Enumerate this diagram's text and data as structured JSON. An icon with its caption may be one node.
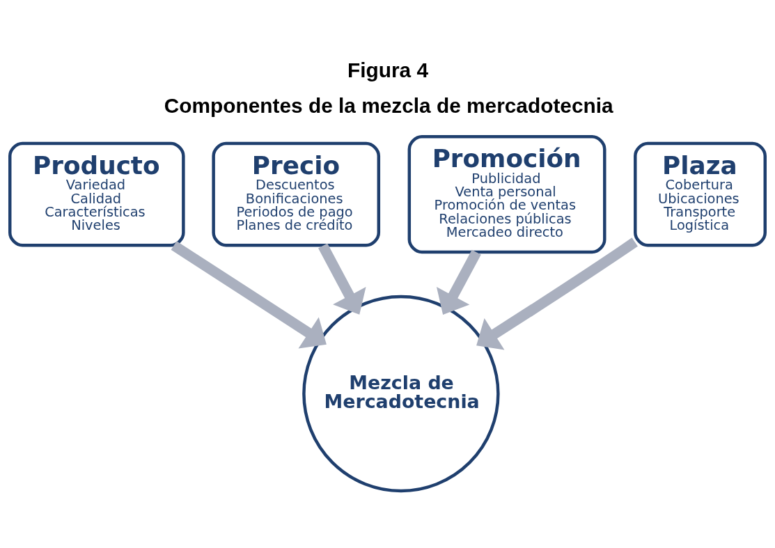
{
  "diagram": {
    "title": "Figura 4",
    "caption": "Componentes de la mezcla de mercadotecnia",
    "nodes": [
      {
        "text": [
          "Precio",
          "Descuentos",
          "Bonificaciones",
          "Periodos de pago",
          "Planes de crédito"
        ]
      },
      {
        "text": [
          "Promoción",
          "Publicidad",
          "Venta personal",
          "Promoción de ventas",
          "Relaciones públicas",
          "Mercadeo directo"
        ]
      },
      {
        "text": [
          "Producto",
          "Variedad",
          "Calidad",
          "Características",
          "Niveles"
        ]
      },
      {
        "text": [
          "Plaza",
          "Cobertura",
          "Ubicaciones",
          "Transporte",
          "Logística"
        ]
      },
      {
        "text": [
          "Mezcla de Mercadotecnia"
        ]
      }
    ],
    "edges": [
      {
        "from": 0,
        "to": 4,
        "arrow": "to",
        "color": "#aab0bf"
      },
      {
        "from": 1,
        "to": 4,
        "arrow": "to",
        "color": "#aab0bf"
      },
      {
        "from": 2,
        "to": 4,
        "arrow": "to",
        "color": "#aab0bf"
      },
      {
        "from": 3,
        "to": 4,
        "arrow": "to",
        "color": "#aab0bf"
      }
    ]
  }
}
